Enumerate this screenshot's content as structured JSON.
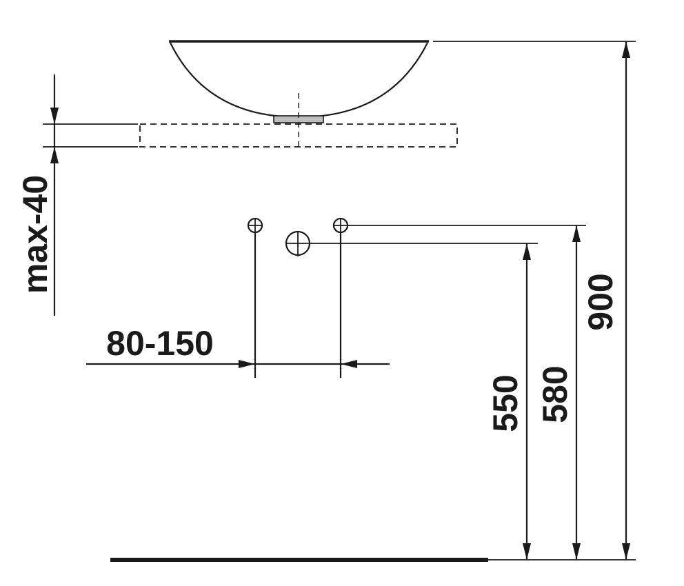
{
  "dimensions": {
    "countertop_max": "max-40",
    "tap_spacing": "80-150",
    "waste_height": "550",
    "supply_height": "580",
    "basin_top_height": "900"
  }
}
